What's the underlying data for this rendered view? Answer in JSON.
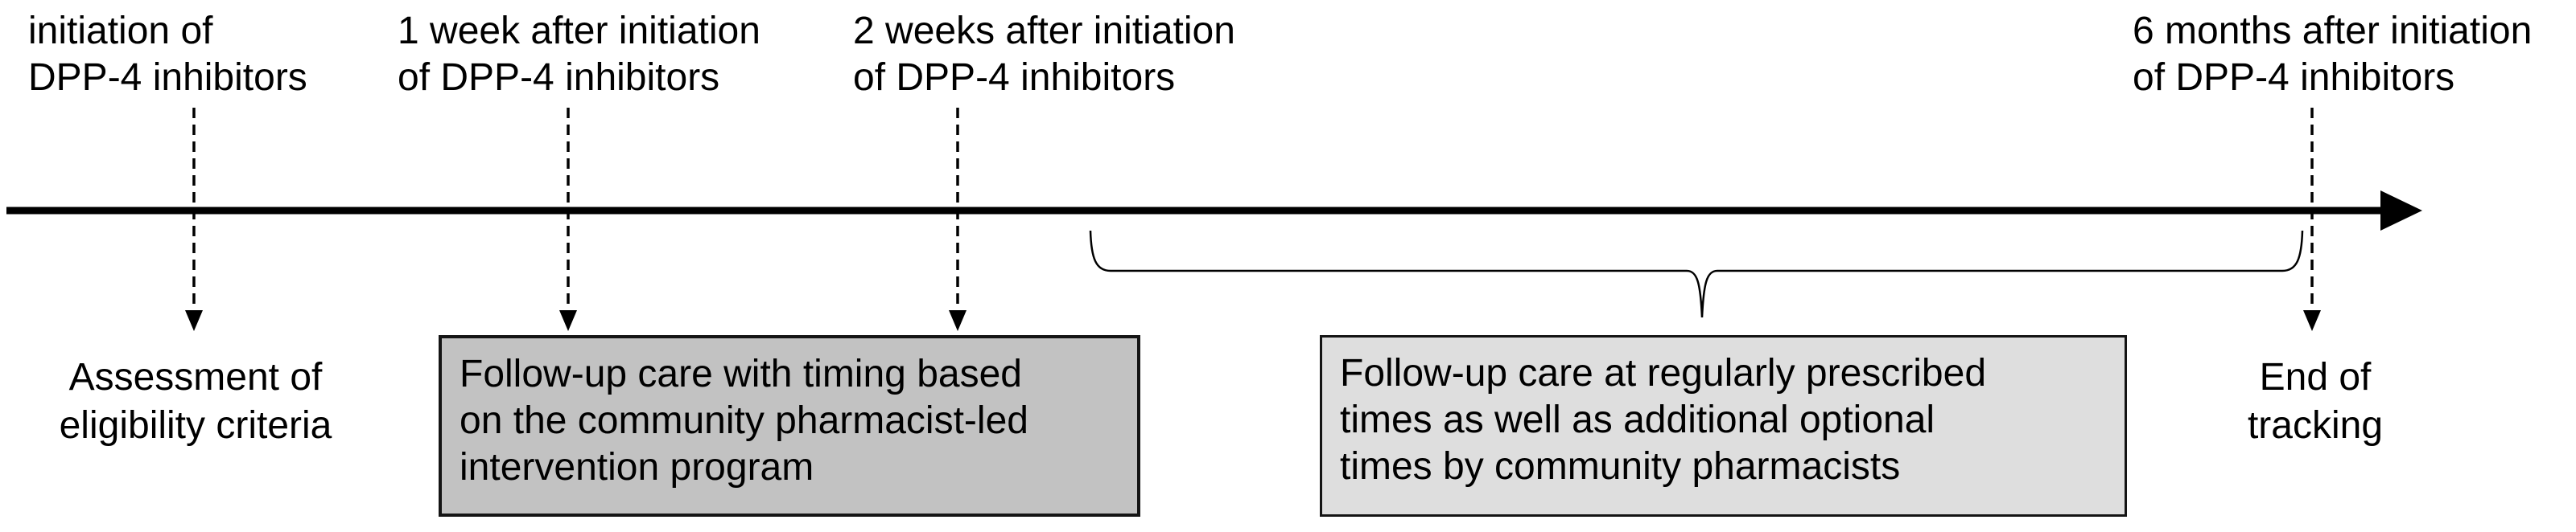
{
  "timepoints": [
    {
      "line1": "initiation of",
      "line2": "DPP-4 inhibitors"
    },
    {
      "line1": "1 week after initiation",
      "line2": "of DPP-4 inhibitors"
    },
    {
      "line1": "2 weeks after initiation",
      "line2": "of DPP-4 inhibitors"
    },
    {
      "line1": "6 months after initiation",
      "line2": "of DPP-4 inhibitors"
    }
  ],
  "outcomes": {
    "assessment": {
      "line1": "Assessment of",
      "line2": "eligibility criteria"
    },
    "intervention_box": {
      "line1": "Follow-up care with timing based",
      "line2": "on the community pharmacist-led",
      "line3": "intervention program"
    },
    "usual_care_box": {
      "line1": "Follow-up care at regularly prescribed",
      "line2": "times as well as additional optional",
      "line3": "times by community pharmacists"
    },
    "end_of_tracking": {
      "line1": "End of",
      "line2": "tracking"
    }
  },
  "colors": {
    "intervention_box_fill": "#c2c2c2",
    "usual_care_box_fill": "#dedede",
    "line_color": "#000000"
  }
}
